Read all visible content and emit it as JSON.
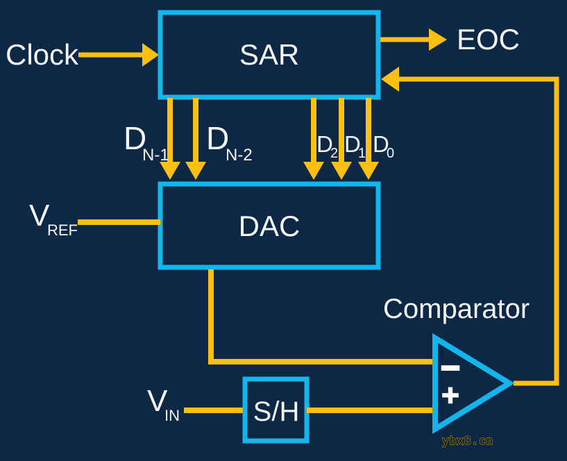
{
  "title": "SAR ADC block diagram",
  "colors": {
    "background": "#0d2845",
    "wire_yellow": "#fcc013",
    "box_cyan": "#12b6ec",
    "text_white": "#f4f6f8",
    "watermark_fill": "#0b0b08",
    "watermark_outline": "#7d6e1e"
  },
  "blocks": {
    "sar": {
      "label": "SAR"
    },
    "dac": {
      "label": "DAC"
    },
    "sample_hold": {
      "label": "S/H"
    },
    "comparator": {
      "label": "Comparator",
      "inverting_input": "−",
      "noninverting_input": "+"
    }
  },
  "signals": {
    "clock": {
      "label": "Clock"
    },
    "eoc": {
      "label": "EOC"
    },
    "vref": {
      "base": "V",
      "sub": "REF"
    },
    "vin": {
      "base": "V",
      "sub": "IN"
    },
    "bits": [
      {
        "base": "D",
        "sub": "N-1"
      },
      {
        "base": "D",
        "sub": "N-2"
      },
      {
        "base": "D",
        "sub": "2"
      },
      {
        "base": "D",
        "sub": "1"
      },
      {
        "base": "D",
        "sub": "0"
      }
    ]
  },
  "watermark": "ybx8.cn"
}
